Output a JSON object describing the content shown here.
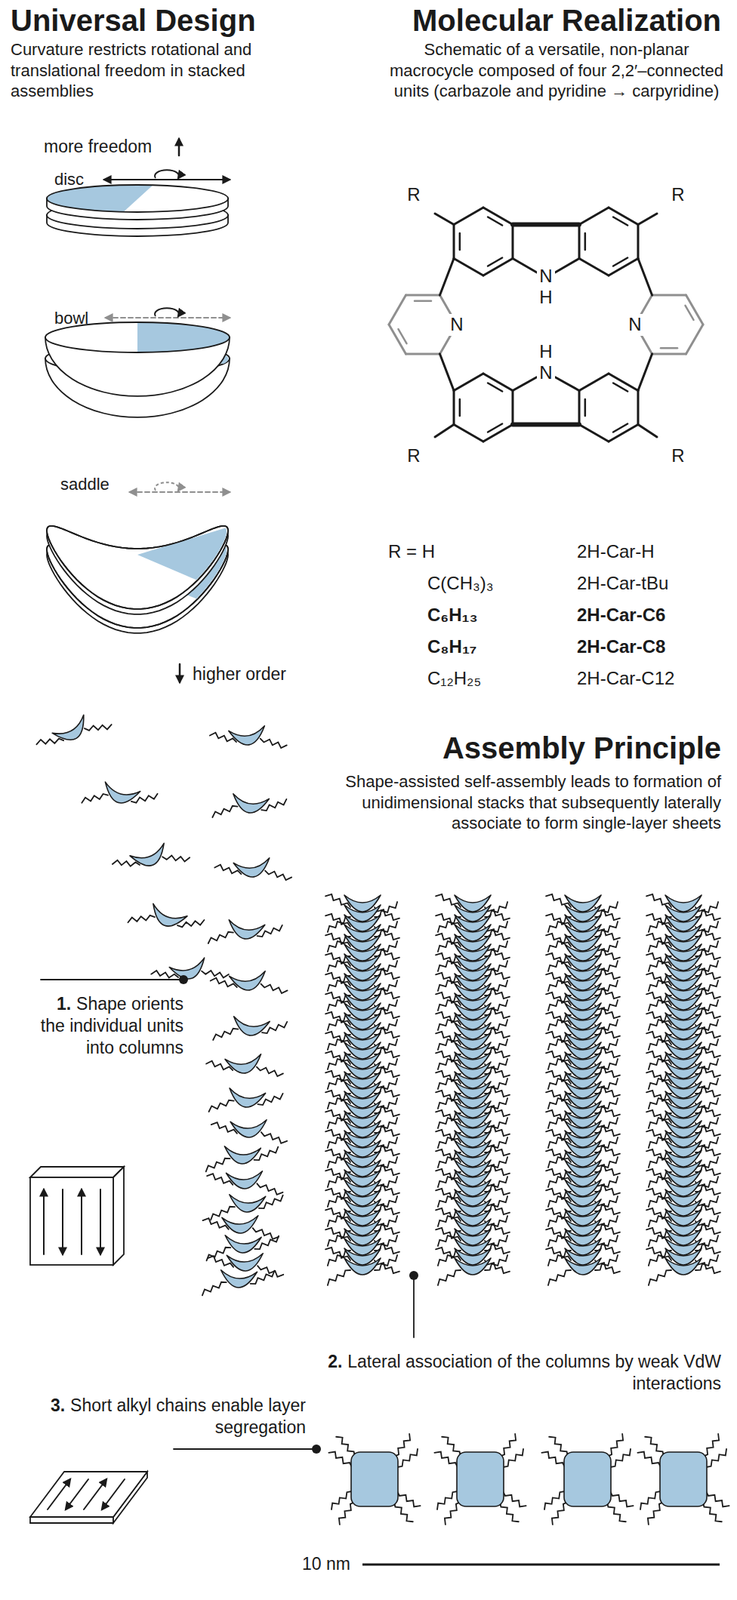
{
  "diagram": {
    "labels": [
      "Universal Design",
      "Curvature restricts rotational and translational freedom in stacked assemblies",
      "more freedom",
      "disc",
      "bowl",
      "saddle",
      "higher order",
      "Molecular Realization",
      "Schematic of a versatile, non-planar macrocycle composed of four 2,2′–connected units (carbazole and pyridine → carpyridine)",
      "R",
      "R",
      "N",
      "H",
      "N",
      "N",
      "H",
      "N",
      "R",
      "R",
      "R = H",
      "2H-Car-H",
      "C(CH₃)₃",
      "2H-Car-tBu",
      "C₆H₁₃",
      "2H-Car-C6",
      "C₈H₁₇",
      "2H-Car-C8",
      "C₁₂H₂₅",
      "2H-Car-C12",
      "Assembly Principle",
      "Shape-assisted self-assembly leads to formation of unidimensional stacks that subsequently laterally associate to form single-layer sheets",
      "1.",
      "Shape orients the individual units into columns",
      "2.",
      "Lateral association of the columns by weak VdW interactions",
      "3.",
      "Short alkyl chains enable layer segregation",
      "10 nm"
    ]
  }
}
